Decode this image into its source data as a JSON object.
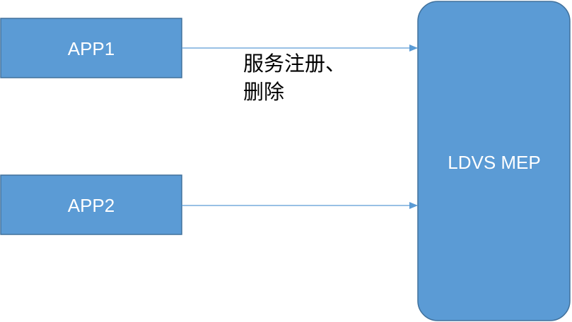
{
  "colors": {
    "box_fill": "#5b9bd5",
    "box_stroke": "#41719c",
    "arrow": "#5b9bd5",
    "text_on_box": "#ffffff"
  },
  "nodes": {
    "app1": {
      "label": "APP1"
    },
    "app2": {
      "label": "APP2"
    },
    "mep": {
      "label": "LDVS MEP"
    }
  },
  "edges": {
    "app1_to_mep": {
      "label_lines": [
        "服务注册、",
        "删除"
      ]
    },
    "app2_to_mep": {
      "label_lines": []
    }
  }
}
